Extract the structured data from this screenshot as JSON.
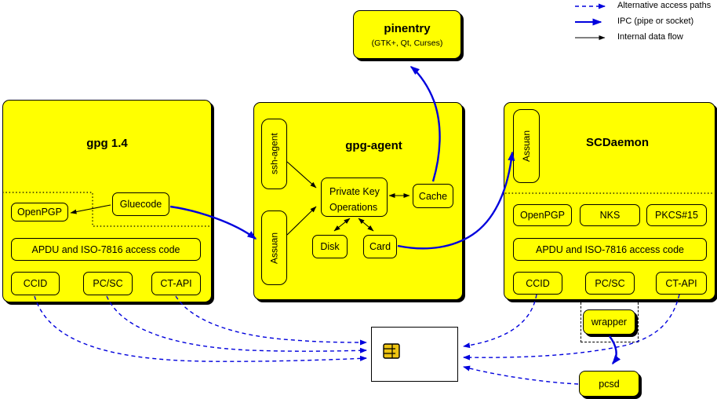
{
  "colors": {
    "box_fill": "#ffff00",
    "line_blue": "#0000dd",
    "line_black": "#000000",
    "chip_gold": "#eec411",
    "card_body": "#ffffff"
  },
  "legend": {
    "items": [
      {
        "label": "Alternative access paths",
        "style": "dashed-blue-arrow"
      },
      {
        "label": "IPC (pipe or socket)",
        "style": "solid-blue-arrow"
      },
      {
        "label": "Internal data flow",
        "style": "solid-black-arrow"
      }
    ]
  },
  "pinentry": {
    "title": "pinentry",
    "subtitle": "(GTK+, Qt, Curses)"
  },
  "gpg14": {
    "title": "gpg 1.4",
    "openpgp": "OpenPGP",
    "gluecode": "Gluecode",
    "apdu": "APDU and ISO-7816 access code",
    "ccid": "CCID",
    "pcsc": "PC/SC",
    "ctapi": "CT-API"
  },
  "gpg_agent": {
    "title": "gpg-agent",
    "ssh_agent": "ssh-agent",
    "assuan": "Assuan",
    "private_key_ops": "Private Key Operations",
    "cache": "Cache",
    "disk": "Disk",
    "card": "Card"
  },
  "scdaemon": {
    "title": "SCDaemon",
    "assuan": "Assuan",
    "openpgp": "OpenPGP",
    "nks": "NKS",
    "pkcs15": "PKCS#15",
    "apdu": "APDU and ISO-7816 access code",
    "ccid": "CCID",
    "pcsc": "PC/SC",
    "ctapi": "CT-API"
  },
  "wrapper": {
    "label": "wrapper"
  },
  "pcsd": {
    "label": "pcsd"
  },
  "smartcard": {
    "icon": "chip-icon"
  }
}
